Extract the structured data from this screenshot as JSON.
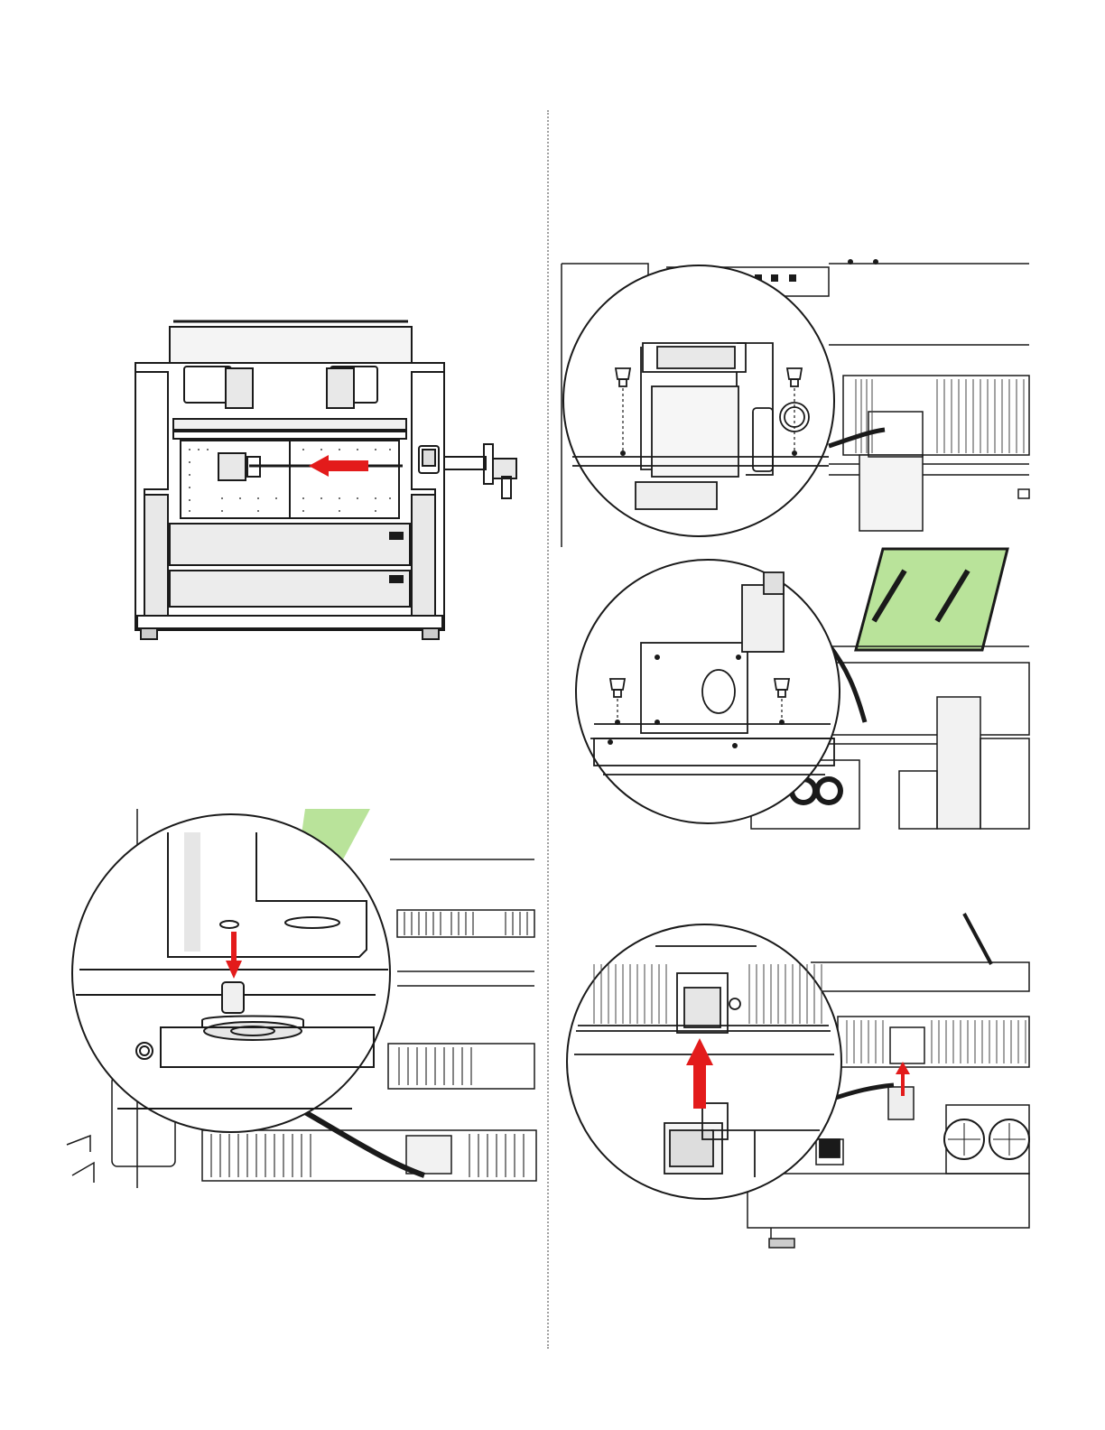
{
  "page": {
    "type": "service-manual-illustration-page",
    "colors": {
      "line": "#1a1a1a",
      "arrow": "#e31b1b",
      "lid_glass": "#b9e39a",
      "panel": "#e8e8e8",
      "divider": "#a0a0a0"
    }
  },
  "figures": {
    "machine_front": {
      "icon": "laser-cutter-front-view",
      "arrow": "red-arrow-left"
    },
    "magnet_install": {
      "icon": "magnet-post-detail",
      "arrow": "red-arrow-down"
    },
    "rail_screws": {
      "icon": "rail-thumb-screw-detail"
    },
    "carriage_mount": {
      "icon": "carriage-mount-plate-detail"
    },
    "board_insert": {
      "icon": "controller-board-insert-detail",
      "arrow": "red-arrow-up"
    }
  }
}
